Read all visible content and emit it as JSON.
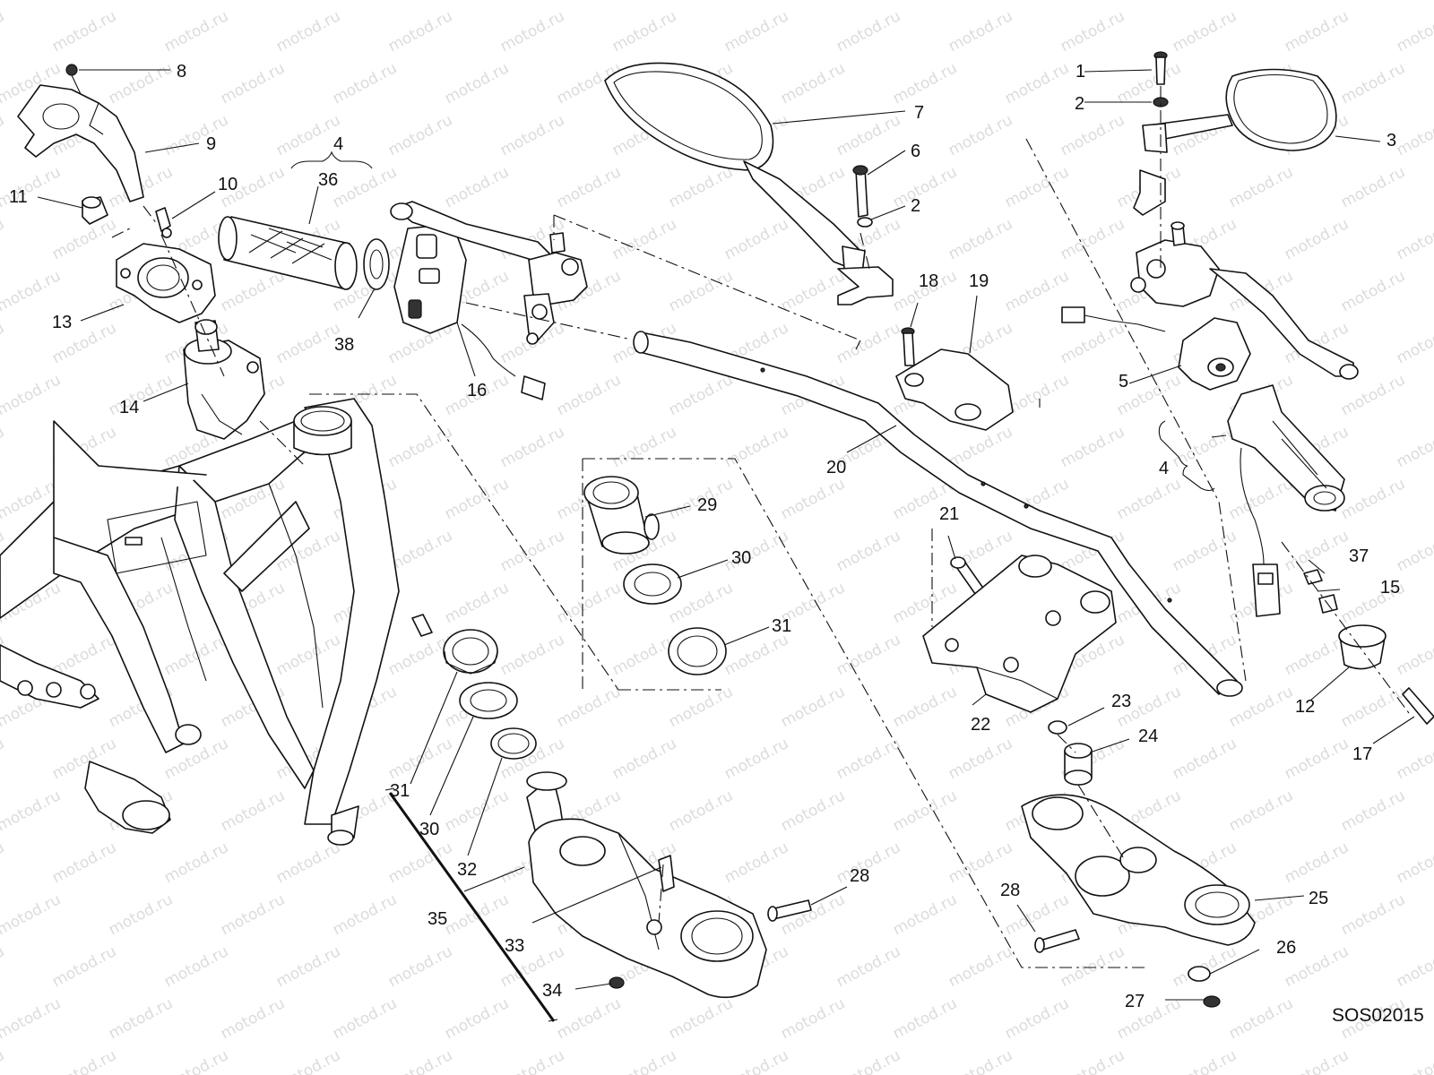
{
  "watermark": {
    "text": "motod.ru",
    "color": "#bfbfbf"
  },
  "diagram_code": "SOS02015",
  "callouts": {
    "c1": "1",
    "c2a": "2",
    "c2b": "2",
    "c3": "3",
    "c4a": "4",
    "c4b": "4",
    "c5": "5",
    "c6": "6",
    "c7": "7",
    "c8": "8",
    "c9": "9",
    "c10": "10",
    "c11": "11",
    "c12": "12",
    "c13": "13",
    "c14": "14",
    "c15": "15",
    "c16": "16",
    "c17": "17",
    "c18": "18",
    "c19": "19",
    "c20": "20",
    "c21": "21",
    "c22": "22",
    "c23": "23",
    "c24": "24",
    "c25": "25",
    "c26": "26",
    "c27": "27",
    "c28a": "28",
    "c28b": "28",
    "c29": "29",
    "c30a": "30",
    "c30b": "30",
    "c31a": "31",
    "c31b": "31",
    "c32": "32",
    "c33": "33",
    "c34": "34",
    "c35": "35",
    "c36": "36",
    "c37": "37",
    "c38": "38"
  }
}
